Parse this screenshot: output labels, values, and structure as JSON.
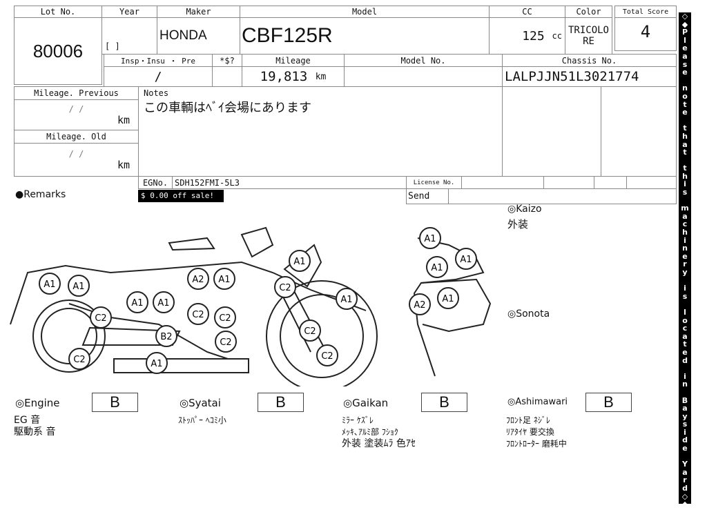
{
  "lot": {
    "label": "Lot No.",
    "value": "80006"
  },
  "header": {
    "year_label": "Year",
    "year_value": "[      ]",
    "maker_label": "Maker",
    "maker_value": "HONDA",
    "model_label": "Model",
    "model_value": "CBF125R",
    "cc_label": "CC",
    "cc_value": "125",
    "cc_unit": "cc",
    "color_label": "Color",
    "color_value_1": "TRICOLO",
    "color_value_2": "RE",
    "score_label": "Total Score",
    "score_value": "4"
  },
  "row2": {
    "insp_label": "Insp・Insu ・ Pre",
    "insp_value": "/",
    "dollar_label": "*$?",
    "mileage_label": "Mileage",
    "mileage_value": "19,813",
    "mileage_unit": "km",
    "modelno_label": "Model No.",
    "chassis_label": "Chassis No.",
    "chassis_value": "LALPJJN51L3021774"
  },
  "mileage_prev": {
    "label": "Mileage. Previous",
    "date": "/   /",
    "unit": "km"
  },
  "mileage_old": {
    "label": "Mileage. Old",
    "date": "/   /",
    "unit": "km"
  },
  "notes": {
    "label": "Notes",
    "text": "この車輌はﾍﾞｲ会場にあります"
  },
  "egno": {
    "label": "EGNo.",
    "value": "SDH152FMI-5L3",
    "license_label": "License No."
  },
  "remarks": {
    "label": "●Remarks",
    "badge": "$ 0.00 off sale!",
    "send_label": "Send"
  },
  "side_notice": [
    "◇",
    "◆",
    "P",
    "l",
    "e",
    "a",
    "s",
    "e",
    "",
    "n",
    "o",
    "t",
    "e",
    "",
    "t",
    "h",
    "a",
    "t",
    "",
    "t",
    "h",
    "i",
    "s",
    "",
    "m",
    "a",
    "c",
    "h",
    "i",
    "n",
    "e",
    "r",
    "y",
    "",
    "i",
    "s",
    "",
    "l",
    "o",
    "c",
    "a",
    "t",
    "e",
    "d",
    "",
    "i",
    "n",
    "",
    "B",
    "a",
    "y",
    "s",
    "i",
    "d",
    "e",
    "",
    "Y",
    "a",
    "r",
    "d",
    "◇",
    "◆"
  ],
  "diagram": {
    "kaizo_label": "◎Kaizo",
    "kaizo_text": "外装",
    "sonota_label": "◎Sonota",
    "marks": [
      "A1",
      "A1",
      "A1",
      "A2",
      "A1",
      "C2",
      "A1",
      "A1",
      "A1",
      "C2",
      "C2",
      "C2",
      "B2",
      "C2",
      "C2",
      "C2",
      "C2",
      "A1",
      "A1",
      "A1",
      "A1",
      "A2",
      "A1"
    ]
  },
  "grades": [
    {
      "label": "◎Engine",
      "grade": "B",
      "comments": [
        "EG 音",
        "駆動系 音"
      ]
    },
    {
      "label": "◎Syatai",
      "grade": "B",
      "comments": [
        "ｽﾄｯﾊﾟｰ ﾍｺﾐ小"
      ]
    },
    {
      "label": "◎Gaikan",
      "grade": "B",
      "comments": [
        "ﾐﾗｰ ｹｽﾞﾚ",
        "ﾒｯｷ､ｱﾙﾐ部 ﾌｼｮｸ",
        "外装 塗装ﾑﾗ 色ｱｾ"
      ]
    },
    {
      "label": "◎Ashimawari",
      "grade": "B",
      "comments": [
        "ﾌﾛﾝﾄ足 ﾈｼﾞﾚ",
        "ﾘｱﾀｲﾔ 要交換",
        "ﾌﾛﾝﾄﾛｰﾀｰ 磨耗中"
      ]
    }
  ]
}
